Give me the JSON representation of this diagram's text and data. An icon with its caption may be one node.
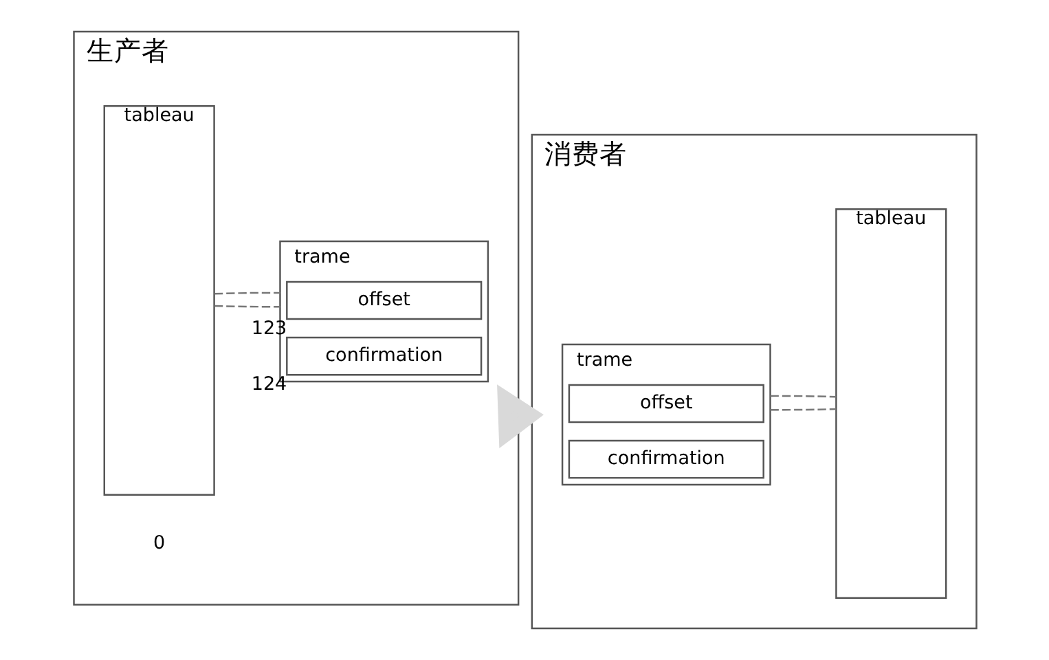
{
  "diagram": {
    "nodes": [
      {
        "text": [
          "生产者"
        ]
      },
      {
        "text": [
          "tableau"
        ],
        "in": 0
      },
      {
        "text": [
          "trame"
        ],
        "in": 0
      },
      {
        "text": [
          "offset"
        ],
        "in": 2,
        "beside": [
          "123"
        ]
      },
      {
        "text": [
          "confirmation"
        ],
        "in": 2,
        "beside": [
          "124"
        ]
      },
      {
        "text": [
          "消费者"
        ]
      },
      {
        "text": [
          "trame"
        ],
        "in": 5
      },
      {
        "text": [
          "offset"
        ],
        "in": 6
      },
      {
        "text": [
          "confirmation"
        ],
        "in": 6
      },
      {
        "text": [
          "tableau"
        ],
        "in": 5
      }
    ],
    "edges": [
      {
        "from": 1,
        "to": 2,
        "arrow": "none",
        "style": "dashed"
      },
      {
        "from": 1,
        "to": 2,
        "arrow": "none",
        "style": "dashed"
      },
      {
        "from": 0,
        "to": 5,
        "arrow": "to",
        "style": "thick",
        "color": "#d9d9d9"
      },
      {
        "from": 6,
        "to": 9,
        "arrow": "none",
        "style": "dashed"
      },
      {
        "from": 6,
        "to": 9,
        "arrow": "none",
        "style": "dashed"
      }
    ],
    "labels": [
      "0"
    ]
  }
}
